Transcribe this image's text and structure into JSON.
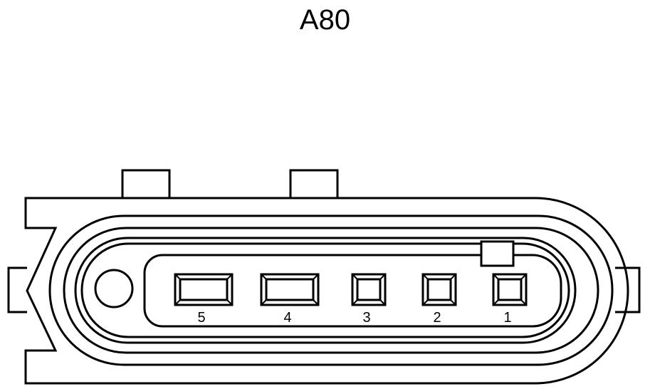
{
  "title": "A80",
  "connector": {
    "pins": [
      {
        "label": "5",
        "shape": "wide"
      },
      {
        "label": "4",
        "shape": "wide"
      },
      {
        "label": "3",
        "shape": "square"
      },
      {
        "label": "2",
        "shape": "square"
      },
      {
        "label": "1",
        "shape": "square"
      }
    ]
  },
  "colors": {
    "stroke": "#000000",
    "background": "#ffffff"
  }
}
